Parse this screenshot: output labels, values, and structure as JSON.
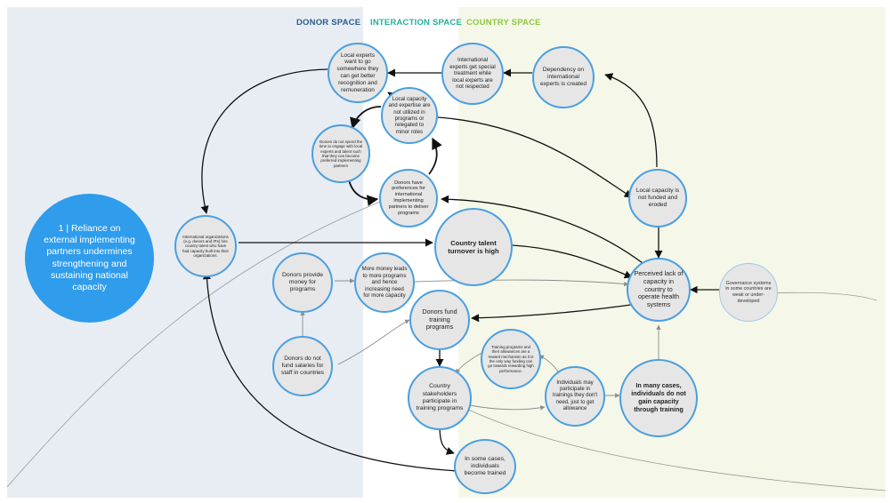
{
  "zones": {
    "donor": {
      "label": "DONOR SPACE",
      "color": "#2b5d8e",
      "fill": "#e8edf4"
    },
    "interaction": {
      "label": "INTERACTION SPACE",
      "color": "#22b09a",
      "fill": "#ffffff"
    },
    "country": {
      "label": "COUNTRY SPACE",
      "color": "#8dc63f",
      "fill": "#f5f8e8"
    }
  },
  "main_title": "1 | Reliance on external implementing partners undermines strengthening and sustaining national capacity",
  "colors": {
    "node_border": "#4a9fe0",
    "node_fill": "#e6e6e6",
    "hero": "#2f9cec",
    "arrow": "#111111",
    "thin_line": "#8c8c8c"
  },
  "nodes": {
    "local_experts_go": "Local experts want to go somewhere they can get better recognition and remuneration",
    "international_experts_special": "International experts get special treatment while local experts are not respected",
    "dependency": "Dependency on international experts is created",
    "local_capacity_not_utilized": "Local capacity and expertise are not utilized in programs or relegated to minor roles",
    "donors_no_time": "Donors do not spend the time to engage with local experts and talent such that they can become preferred implementing partners",
    "donors_preferences": "Donors have preferences for international Implementing partners to deliver programs",
    "local_capacity_not_funded": "Local capacity is not funded and eroded",
    "intl_orgs_hire": "International organizations (e.g. donors and IPs) hire country talent who have had capacity built into their organizations.",
    "talent_turnover": "Country talent turnover is high",
    "donors_provide_money": "Donors provide money for programs",
    "more_money": "More money leads to more programs and hence increasing need for more capacity",
    "perceived_lack": "Perceived lack of capacity in country to operate health systems",
    "governance": "Governance systems in some countries are weak or under-developed",
    "donors_fund_training": "Donors fund training programs",
    "donors_no_salaries": "Donors do not fund salaries for staff in countries",
    "training_reward": "Training programs and their allowances are a reward mechanism as it is the only way funding can go towards rewarding high performance.",
    "stakeholders_participate": "Country stakeholders participate in training programs",
    "individuals_unneeded": "Individuals may participate in trainings they don't need, just to get allowance",
    "no_capacity_gain": "In many cases, individuals do not gain capacity through training",
    "individuals_trained": "In some cases, individuals become trained"
  }
}
